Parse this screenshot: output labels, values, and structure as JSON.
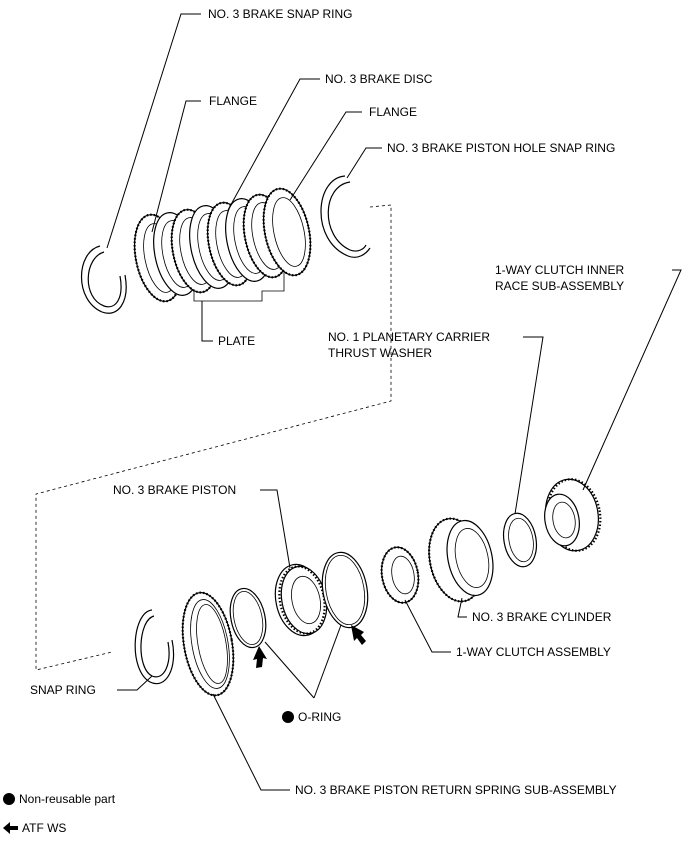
{
  "labels": {
    "no3_brake_snap_ring": "NO. 3 BRAKE SNAP RING",
    "no3_brake_disc": "NO. 3 BRAKE DISC",
    "flange_left": "FLANGE",
    "flange_right": "FLANGE",
    "no3_brake_piston_hole_snap_ring": "NO. 3 BRAKE PISTON HOLE SNAP RING",
    "plate": "PLATE",
    "oneway_clutch_inner_race_line1": "1-WAY CLUTCH INNER",
    "oneway_clutch_inner_race_line2": "RACE SUB-ASSEMBLY",
    "no1_planetary_carrier_line1": "NO. 1 PLANETARY CARRIER",
    "no1_planetary_carrier_line2": "THRUST WASHER",
    "no3_brake_piston": "NO. 3 BRAKE PISTON",
    "no3_brake_cylinder": "NO. 3 BRAKE CYLINDER",
    "oneway_clutch_assembly": "1-WAY CLUTCH ASSEMBLY",
    "snap_ring": "SNAP RING",
    "o_ring": "O-RING",
    "no3_brake_piston_return_spring": "NO. 3 BRAKE PISTON RETURN SPRING SUB-ASSEMBLY"
  },
  "legend": {
    "non_reusable": "Non-reusable part",
    "atf_ws": "ATF WS"
  },
  "icons": {
    "non_reusable_symbol": "filled-circle-icon",
    "atf_symbol": "left-arrow-icon"
  }
}
